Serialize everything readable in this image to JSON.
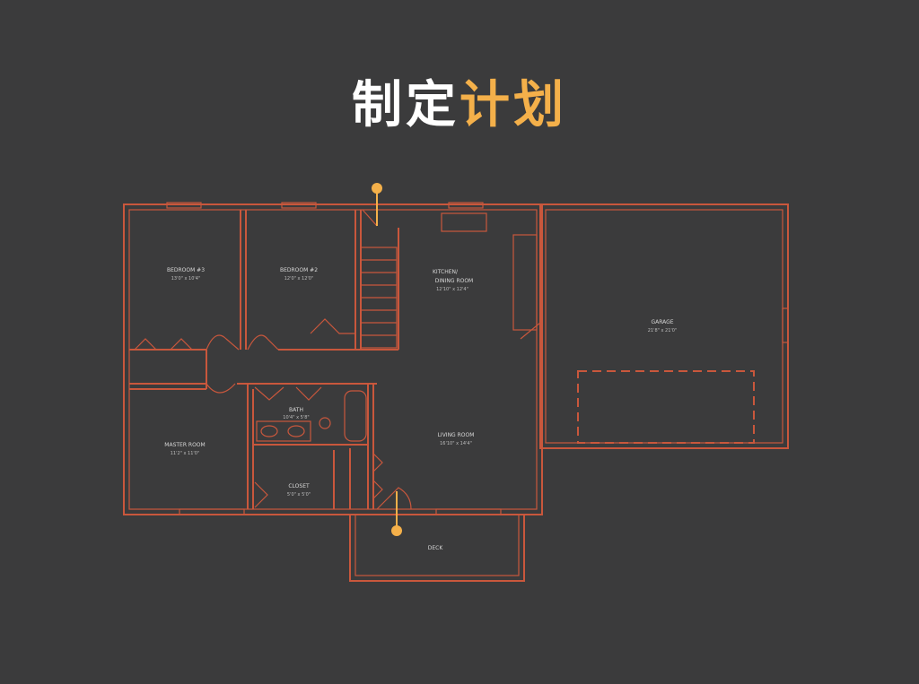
{
  "title": {
    "part1": "制定",
    "part2": "计划"
  },
  "colors": {
    "background": "#3b3b3c",
    "wall": "#c9573c",
    "accent": "#f4b04a",
    "title": "#ffffff"
  },
  "rooms": {
    "bedroom3": {
      "name": "BEDROOM #3",
      "size": "13'0\" x 10'4\""
    },
    "bedroom2": {
      "name": "BEDROOM #2",
      "size": "12'0\" x 12'0\""
    },
    "kitchen": {
      "name1": "KITCHEN/",
      "name2": "DINING ROOM",
      "size": "12'10\" x 12'4\""
    },
    "garage": {
      "name": "GARAGE",
      "size": "21'8\" x 21'0\""
    },
    "master": {
      "name": "MASTER ROOM",
      "size": "11'2\" x 11'0\""
    },
    "bath": {
      "name": "BATH",
      "size": "10'4\" x 5'8\""
    },
    "closet": {
      "name": "CLOSET",
      "size": "5'0\" x 5'0\""
    },
    "living": {
      "name": "LIVING ROOM",
      "size": "16'10\" x 14'4\""
    },
    "deck": {
      "name": "DECK"
    }
  }
}
